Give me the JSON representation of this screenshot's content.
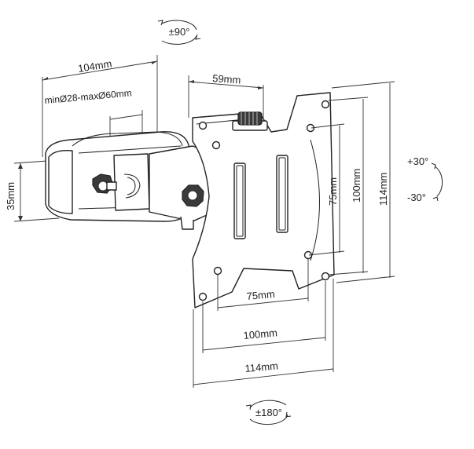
{
  "rotations": {
    "top": "±90°",
    "bottom": "±180°",
    "tilt_up": "+30°",
    "tilt_down": "-30°"
  },
  "dimensions": {
    "arm_length": "104mm",
    "clamp_range": "minØ28-maxØ60mm",
    "clamp_height": "35mm",
    "knob_offset": "59mm",
    "vesa_small_h": "75mm",
    "vesa_large_h": "100mm",
    "plate_h": "114mm",
    "vesa_small_w": "75mm",
    "vesa_large_w": "100mm",
    "plate_w": "114mm"
  },
  "icons": {
    "rotation": "circular-arrow-icon"
  }
}
